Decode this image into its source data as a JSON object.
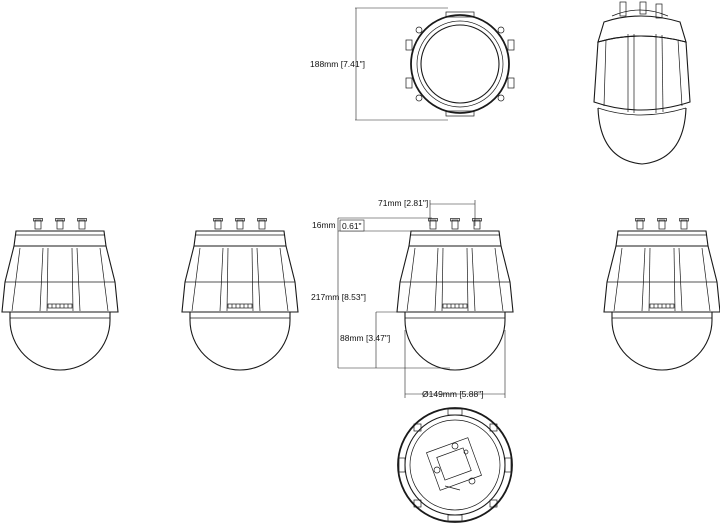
{
  "dimensions": {
    "top_diameter": "188mm [7.41\"]",
    "mount_width": "71mm [2.81\"]",
    "cap_height": "16mm",
    "cap_height_in": "0.61\"",
    "total_height": "217mm [8.53\"]",
    "dome_height": "88mm [3.47\"]",
    "dome_diameter": "Ø149mm [5.88\"]"
  }
}
